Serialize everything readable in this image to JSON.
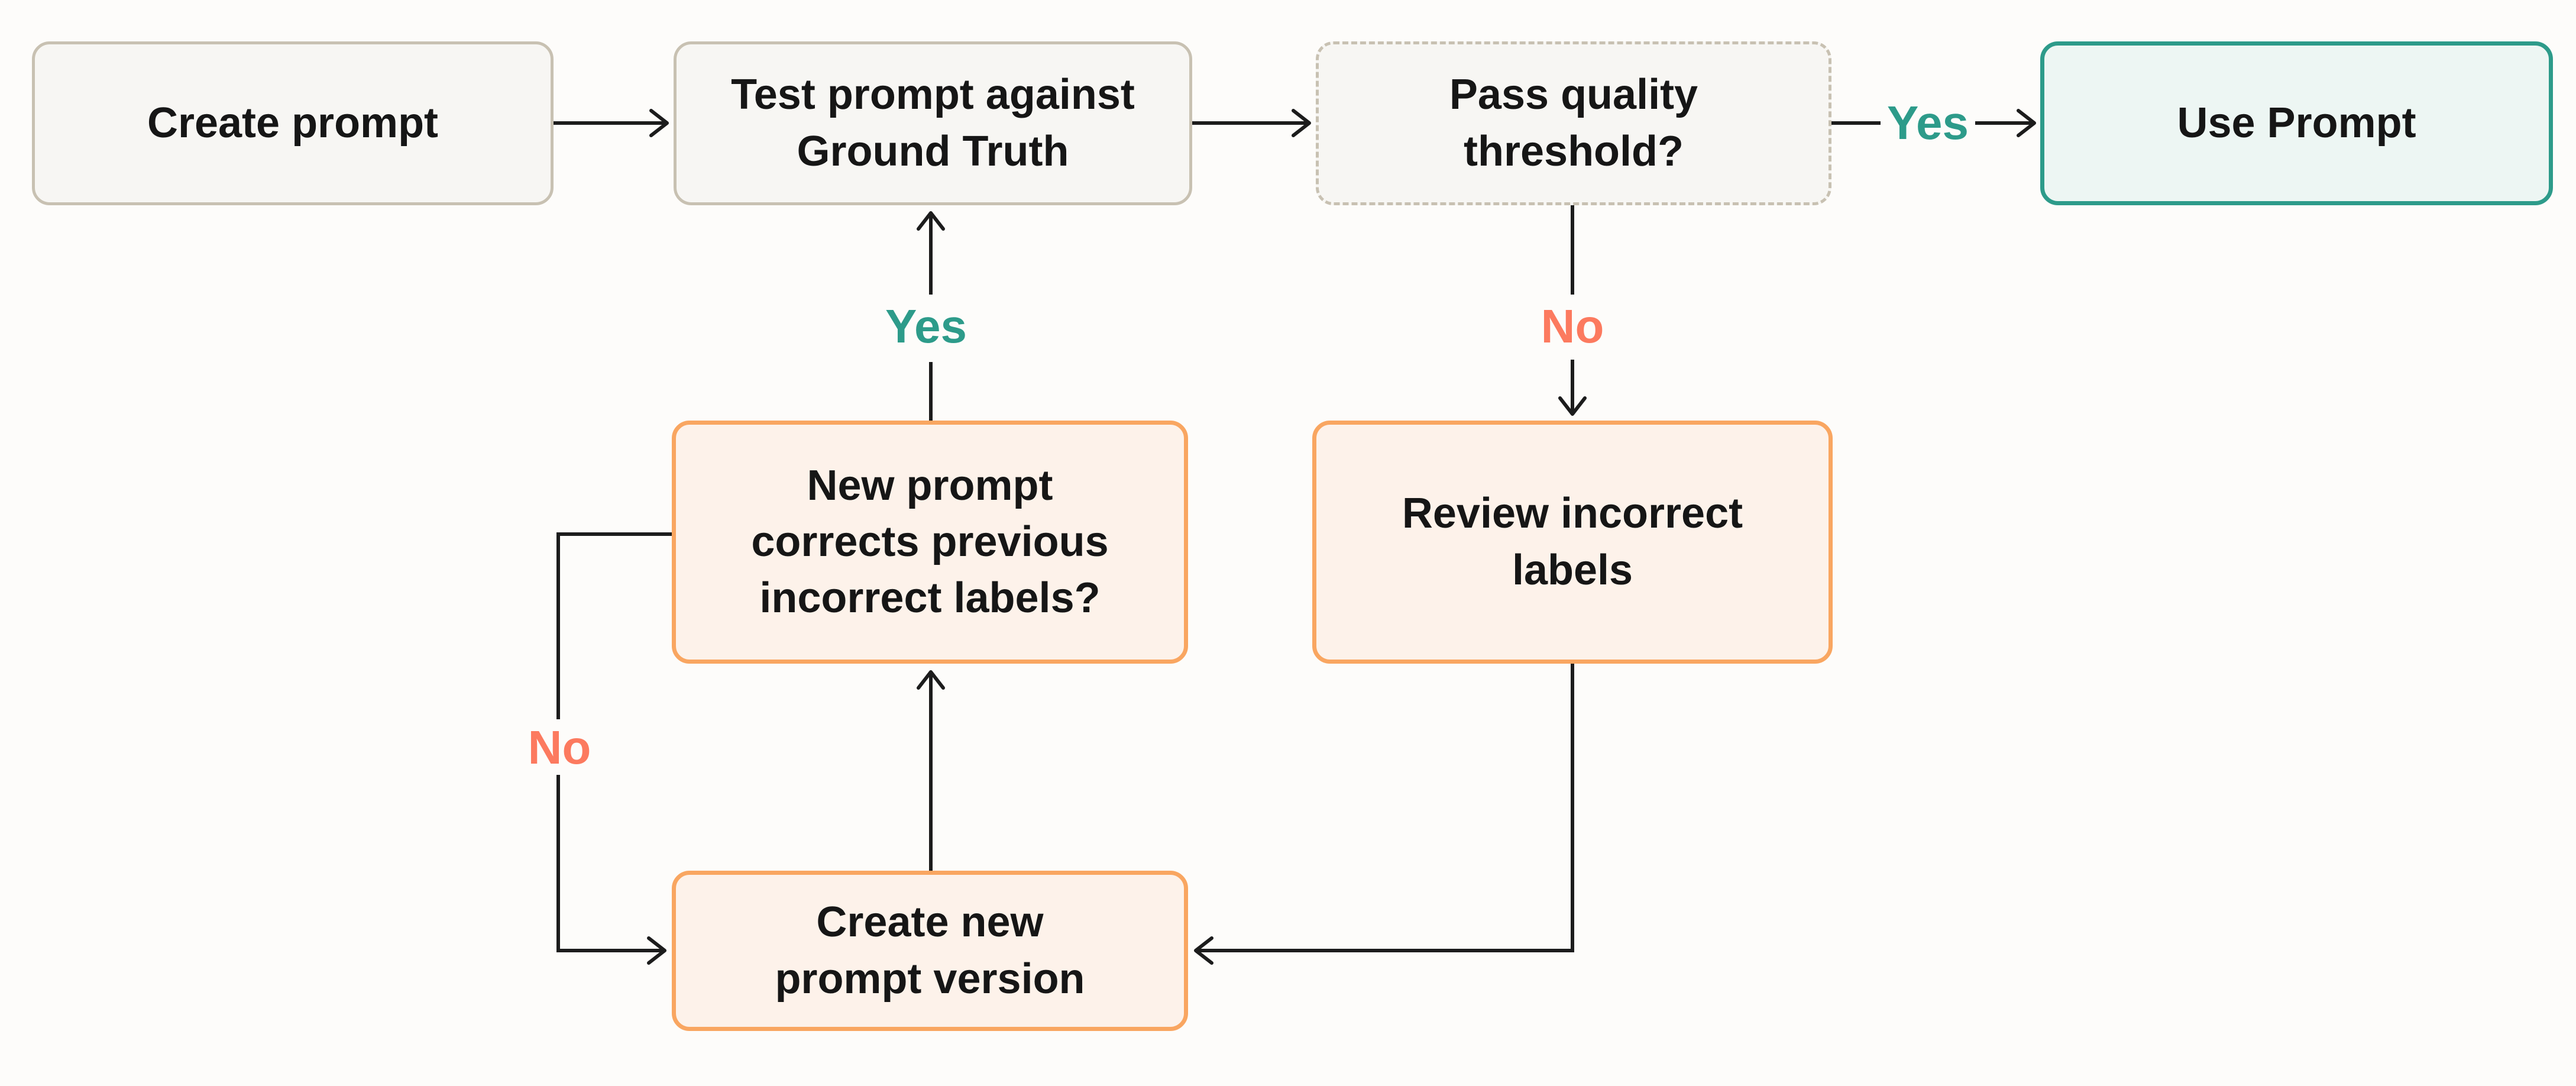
{
  "diagram": {
    "type": "flowchart",
    "nodes": [
      {
        "id": "create-prompt",
        "label": "Create prompt",
        "style": "neutral"
      },
      {
        "id": "test-prompt",
        "label": "Test prompt against\nGround Truth",
        "style": "neutral"
      },
      {
        "id": "pass-quality",
        "label": "Pass quality\nthreshold?",
        "style": "neutral-dashed"
      },
      {
        "id": "use-prompt",
        "label": "Use Prompt",
        "style": "teal"
      },
      {
        "id": "new-prompt-corrects",
        "label": "New prompt\ncorrects previous\nincorrect labels?",
        "style": "orange"
      },
      {
        "id": "review-incorrect",
        "label": "Review incorrect\nlabels",
        "style": "orange"
      },
      {
        "id": "create-new-version",
        "label": "Create new\nprompt version",
        "style": "orange"
      }
    ],
    "edges": [
      {
        "from": "create-prompt",
        "to": "test-prompt",
        "label": ""
      },
      {
        "from": "test-prompt",
        "to": "pass-quality",
        "label": ""
      },
      {
        "from": "pass-quality",
        "to": "use-prompt",
        "label": "Yes",
        "label_color": "teal"
      },
      {
        "from": "pass-quality",
        "to": "review-incorrect",
        "label": "No",
        "label_color": "coral"
      },
      {
        "from": "new-prompt-corrects",
        "to": "test-prompt",
        "label": "Yes",
        "label_color": "teal"
      },
      {
        "from": "create-new-version",
        "to": "new-prompt-corrects",
        "label": ""
      },
      {
        "from": "review-incorrect",
        "to": "create-new-version",
        "label": ""
      },
      {
        "from": "new-prompt-corrects",
        "to": "create-new-version",
        "label": "No",
        "label_color": "coral"
      }
    ]
  },
  "colors": {
    "bg": "#FDFCFA",
    "neutral_fill": "#F7F6F3",
    "neutral_border": "#C8C1B2",
    "teal": "#2D9B8A",
    "teal_fill": "#EDF6F3",
    "orange_border": "#F9A661",
    "orange_fill": "#FDF2EA",
    "coral": "#FC7A5F",
    "line": "#1C1C1C",
    "text": "#161616"
  }
}
